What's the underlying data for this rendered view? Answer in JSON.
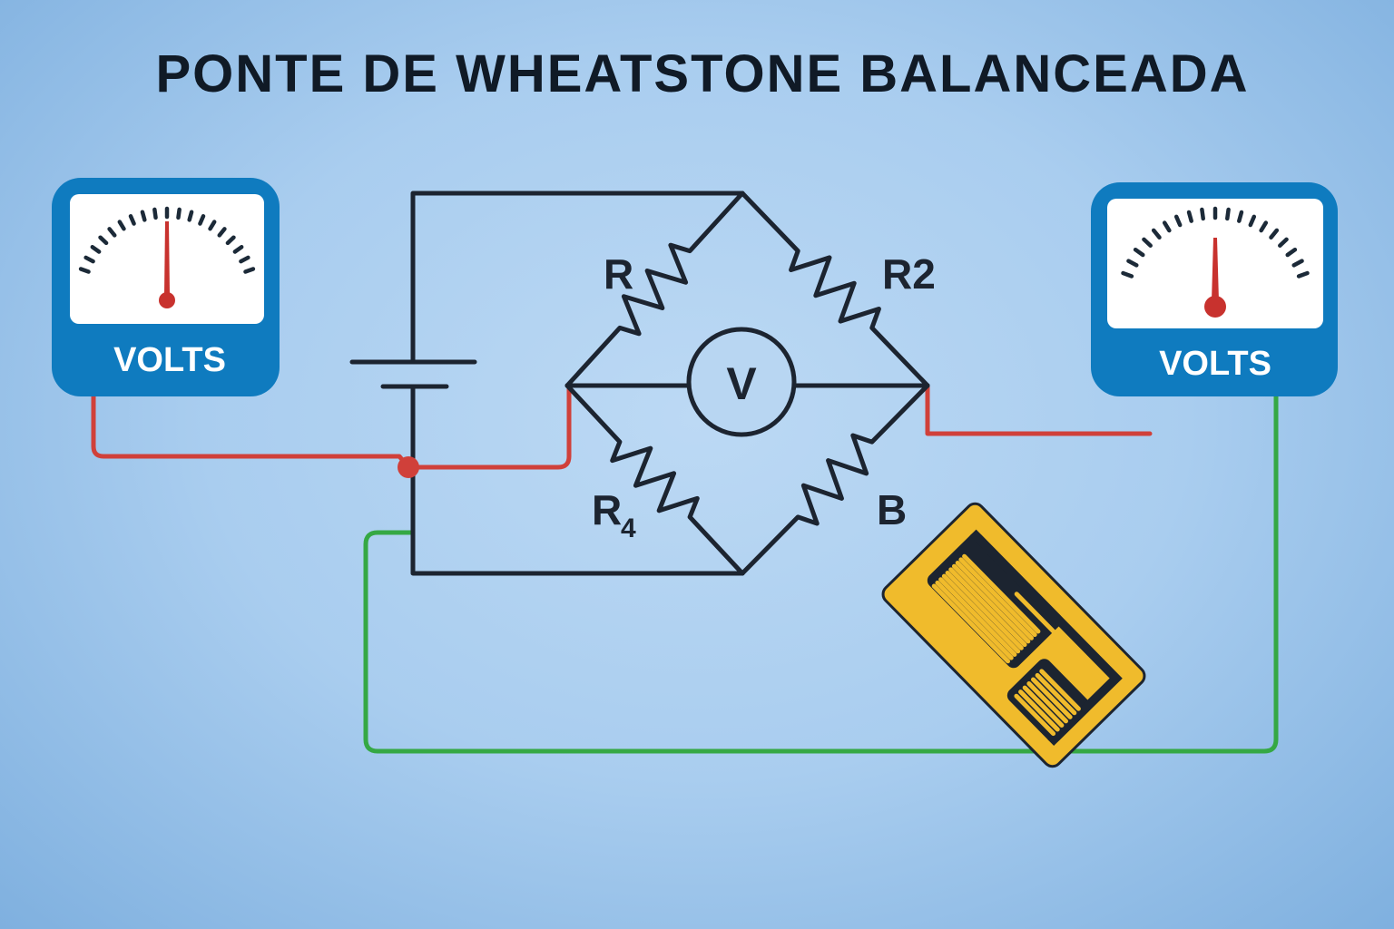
{
  "title": "PONTE DE WHEATSTONE BALANCEADA",
  "meters": [
    {
      "label": "VOLTS"
    },
    {
      "label": "VOLTS"
    }
  ],
  "galvanometer": {
    "label": "V"
  },
  "resistors": {
    "top_left": {
      "label": "R"
    },
    "top_right": {
      "label": "R2"
    },
    "bottom_left": {
      "label": "R",
      "subscript": "4"
    },
    "bottom_right": {
      "label": "B"
    }
  },
  "colors": {
    "wire": "#1c2430",
    "red_wire": "#d0403a",
    "green_wire": "#35a844",
    "meter_blue": "#0f7bbf",
    "gauge_yellow": "#f0bb2c"
  }
}
